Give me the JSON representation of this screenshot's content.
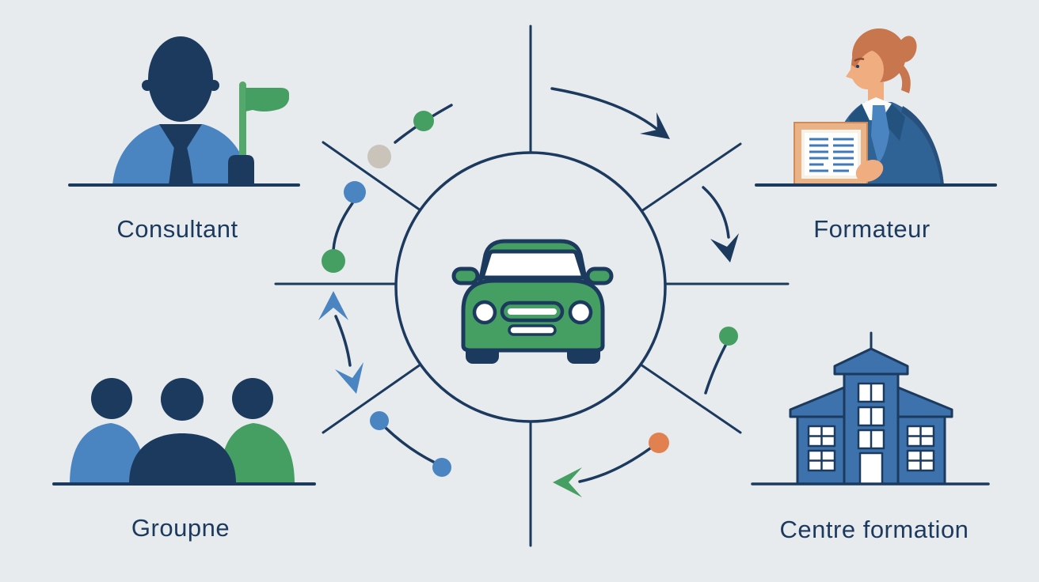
{
  "diagram": {
    "type": "hub-and-spoke",
    "center": {
      "icon": "car-icon",
      "shape": "circle"
    },
    "quadrants": [
      {
        "id": "consultant",
        "label": "Consultant",
        "icon": "consultant-person-flag-icon",
        "position": "top-left"
      },
      {
        "id": "formateur",
        "label": "Formateur",
        "icon": "formateur-person-document-icon",
        "position": "top-right"
      },
      {
        "id": "groupe",
        "label": "Groupne",
        "icon": "group-people-icon",
        "position": "bottom-left"
      },
      {
        "id": "centre",
        "label": "Centre formation",
        "icon": "training-center-building-icon",
        "position": "bottom-right"
      }
    ],
    "colors": {
      "background": "#e8ebee",
      "line_navy": "#1c3a5e",
      "blue": "#4a85c2",
      "green": "#459e62",
      "orange": "#e0814f",
      "gray": "#c9c3ba",
      "building_blue": "#3d72ad",
      "suit_blue": "#2f6295",
      "skin": "#f0ad80",
      "hair": "#c8764e",
      "frame_tan": "#eab287"
    }
  }
}
